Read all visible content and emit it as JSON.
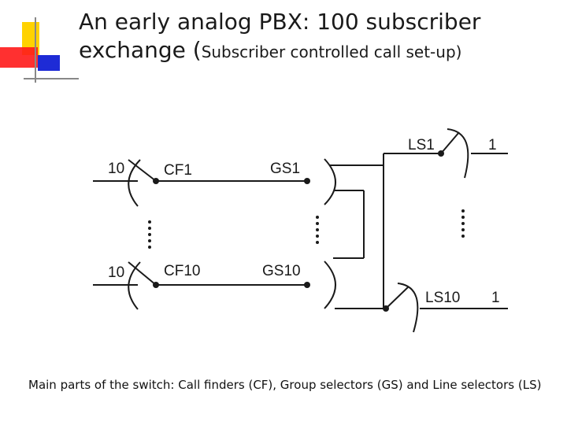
{
  "slide": {
    "title_line1": "An early analog PBX: 100 subscriber",
    "title_line2_main": "exchange (",
    "title_line2_small": "Subscriber controlled call set-up)",
    "caption": "Main parts of the switch: Call finders (CF), Group selectors  (GS) and Line selectors (LS)"
  },
  "diagram": {
    "labels": {
      "cf1_input": "10",
      "cf1": "CF1",
      "gs1": "GS1",
      "cf10_input": "10",
      "cf10": "CF10",
      "gs10": "GS10",
      "ls1": "LS1",
      "ls1_out": "1",
      "ls10": "LS10",
      "ls10_out": "1"
    }
  },
  "colors": {
    "decor_yellow": "#ffd200",
    "decor_red": "#ff1a1a",
    "decor_blue": "#1e2bd6",
    "line": "#1a1a1a"
  }
}
